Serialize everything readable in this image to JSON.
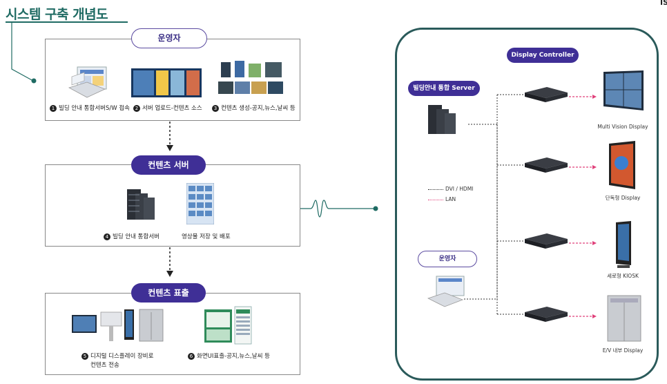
{
  "title": "시스템 구축 개념도",
  "corner_text": "IS",
  "left": {
    "section1": {
      "pill": "운영자",
      "items": [
        {
          "num": "1",
          "label": "빌딩 안내 통합서버S/W 접속"
        },
        {
          "num": "2",
          "label": "서버 업로드-컨텐츠 소스"
        },
        {
          "num": "3",
          "label": "컨텐츠 생성-공지,뉴스,날씨 등"
        }
      ]
    },
    "section2": {
      "pill": "컨텐츠 서버",
      "items": [
        {
          "num": "4",
          "label": "빌딩 안내 통합서버"
        },
        {
          "num": "",
          "label": "영상물 저장 및 배포"
        }
      ]
    },
    "section3": {
      "pill": "컨텐츠 표출",
      "items": [
        {
          "num": "5",
          "label": "디지털 디스플레이 장비로",
          "label2": "컨텐츠 전송"
        },
        {
          "num": "6",
          "label": "화면UI표출-공지,뉴스,날씨 등"
        }
      ]
    }
  },
  "right": {
    "controller_pill": "Display Controller",
    "server_pill": "빌딩안내 통합 Server",
    "operator_pill": "운영자",
    "legend": [
      {
        "label": "DVI / HDMI",
        "color": "#333333"
      },
      {
        "label": "LAN",
        "color": "#e0407a"
      }
    ],
    "displays": [
      {
        "label": "Multi Vision Display"
      },
      {
        "label": "단독형 Display"
      },
      {
        "label": "세로형 KIOSK"
      },
      {
        "label": "E/V 내부 Display"
      }
    ]
  },
  "colors": {
    "accent": "#3f2f96",
    "teal": "#1f6b63",
    "pink": "#e0407a"
  }
}
